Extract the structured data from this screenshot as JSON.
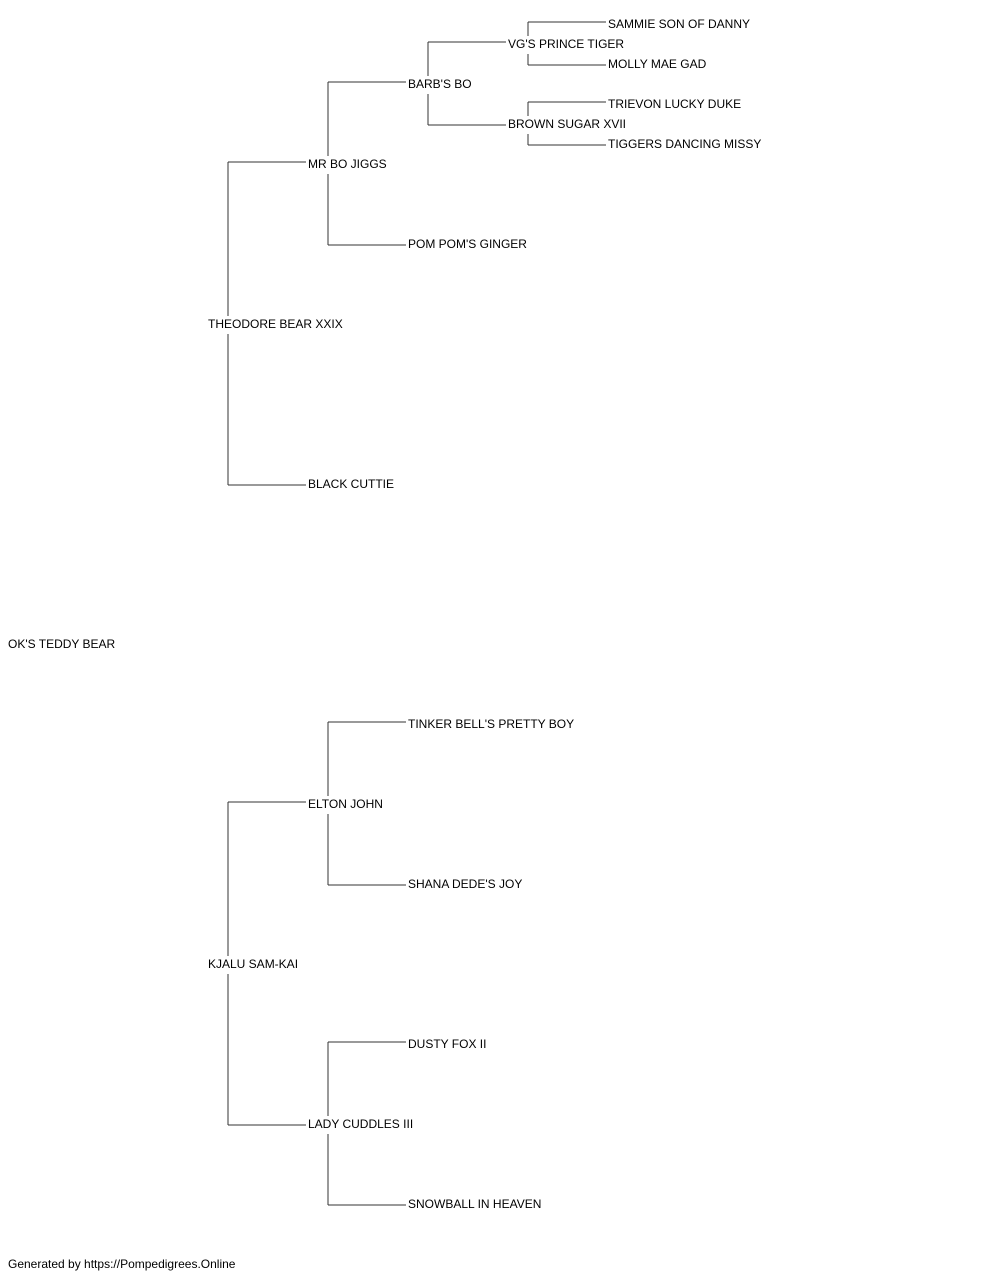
{
  "pedigree": {
    "subject": "OK'S TEDDY BEAR",
    "sire": "THEODORE BEAR XXIX",
    "dam": "KJALU SAM-KAI",
    "sire_sire": "MR BO JIGGS",
    "sire_dam": "BLACK CUTTIE",
    "dam_sire": "ELTON JOHN",
    "dam_dam": "LADY CUDDLES III",
    "ss_sire": "BARB'S BO",
    "ss_dam": "POM POM'S GINGER",
    "ds_sire": "TINKER BELL'S PRETTY BOY",
    "ds_dam": "SHANA DEDE'S JOY",
    "dd_sire": "DUSTY FOX II",
    "dd_dam": "SNOWBALL IN HEAVEN",
    "sss_sire": "VG'S PRINCE TIGER",
    "sss_dam": "BROWN SUGAR XVII",
    "ssss_sire": "SAMMIE SON OF DANNY",
    "ssss_dam": "MOLLY MAE GAD",
    "sssd_sire": "TRIEVON LUCKY DUKE",
    "sssd_dam": "TIGGERS DANCING MISSY"
  },
  "footer": {
    "text": "Generated by https://Pompedigrees.Online"
  }
}
